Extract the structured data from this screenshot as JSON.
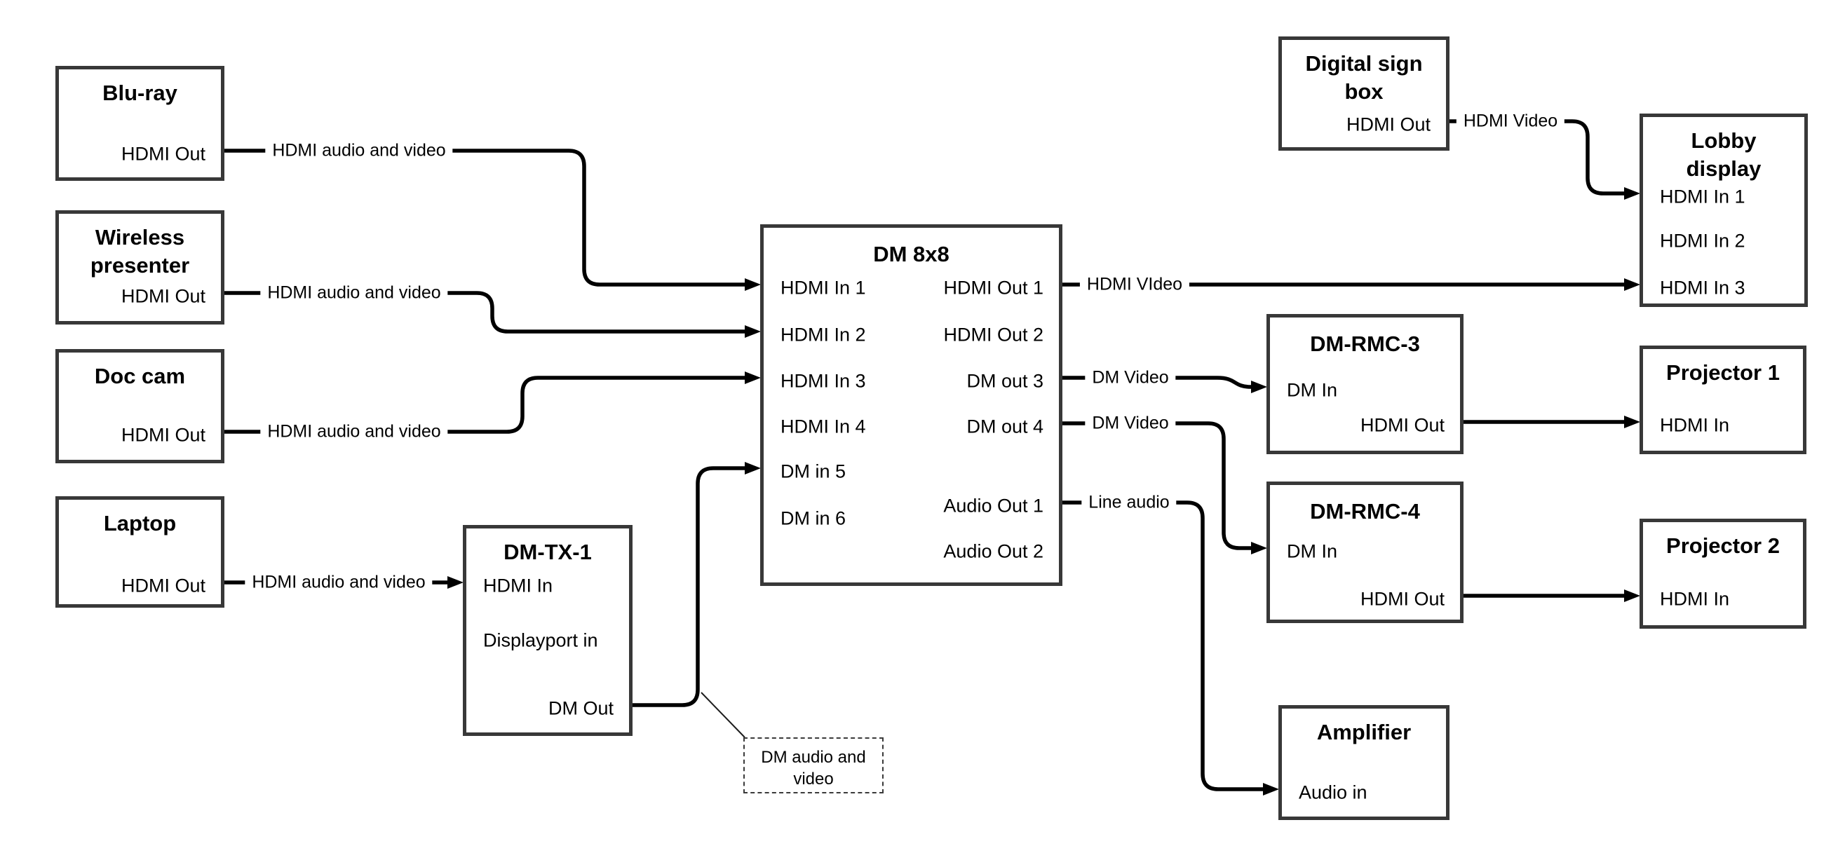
{
  "diagram": {
    "colors": {
      "background": "#ffffff",
      "line": "#000000",
      "box_border": "#383838",
      "text": "#000000"
    },
    "nodes": [
      {
        "id": "bluray",
        "title_lines": [
          "Blu-ray"
        ],
        "ports": [
          {
            "label": "HDMI Out"
          }
        ]
      },
      {
        "id": "wireless-presenter",
        "title_lines": [
          "Wireless",
          "presenter"
        ],
        "ports": [
          {
            "label": "HDMI Out"
          }
        ]
      },
      {
        "id": "doc-cam",
        "title_lines": [
          "Doc cam"
        ],
        "ports": [
          {
            "label": "HDMI Out"
          }
        ]
      },
      {
        "id": "laptop",
        "title_lines": [
          "Laptop"
        ],
        "ports": [
          {
            "label": "HDMI Out"
          }
        ]
      },
      {
        "id": "dm-tx-1",
        "title_lines": [
          "DM-TX-1"
        ],
        "ports": [
          {
            "label": "HDMI In"
          },
          {
            "label": "Displayport in"
          },
          {
            "label": "DM Out"
          }
        ]
      },
      {
        "id": "dm-8x8",
        "title_lines": [
          "DM 8x8"
        ],
        "ports": [
          {
            "label": "HDMI In 1"
          },
          {
            "label": "HDMI In 2"
          },
          {
            "label": "HDMI In 3"
          },
          {
            "label": "HDMI In 4"
          },
          {
            "label": "DM in 5"
          },
          {
            "label": "DM in 6"
          },
          {
            "label": "HDMI Out 1"
          },
          {
            "label": "HDMI Out 2"
          },
          {
            "label": "DM out 3"
          },
          {
            "label": "DM out 4"
          },
          {
            "label": "Audio Out 1"
          },
          {
            "label": "Audio Out 2"
          }
        ]
      },
      {
        "id": "digital-sign-box",
        "title_lines": [
          "Digital sign",
          "box"
        ],
        "ports": [
          {
            "label": "HDMI Out"
          }
        ]
      },
      {
        "id": "lobby-display",
        "title_lines": [
          "Lobby",
          "display"
        ],
        "ports": [
          {
            "label": "HDMI In 1"
          },
          {
            "label": "HDMI In 2"
          },
          {
            "label": "HDMI In 3"
          }
        ]
      },
      {
        "id": "dm-rmc-3",
        "title_lines": [
          "DM-RMC-3"
        ],
        "ports": [
          {
            "label": "DM In"
          },
          {
            "label": "HDMI Out"
          }
        ]
      },
      {
        "id": "projector-1",
        "title_lines": [
          "Projector 1"
        ],
        "ports": [
          {
            "label": "HDMI In"
          }
        ]
      },
      {
        "id": "dm-rmc-4",
        "title_lines": [
          "DM-RMC-4"
        ],
        "ports": [
          {
            "label": "DM In"
          },
          {
            "label": "HDMI Out"
          }
        ]
      },
      {
        "id": "projector-2",
        "title_lines": [
          "Projector 2"
        ],
        "ports": [
          {
            "label": "HDMI In"
          }
        ]
      },
      {
        "id": "amplifier",
        "title_lines": [
          "Amplifier"
        ],
        "ports": [
          {
            "label": "Audio in"
          }
        ]
      }
    ],
    "connections": [
      {
        "id": "bluray-to-dm8x8-in1",
        "from": "Blu-ray HDMI Out",
        "to": "DM 8x8 HDMI In 1",
        "label": "HDMI audio and video"
      },
      {
        "id": "wireless-to-dm8x8-in2",
        "from": "Wireless presenter HDMI Out",
        "to": "DM 8x8 HDMI In 2",
        "label": "HDMI audio and video"
      },
      {
        "id": "doccam-to-dm8x8-in3",
        "from": "Doc cam HDMI Out",
        "to": "DM 8x8 HDMI In 3",
        "label": "HDMI audio and video"
      },
      {
        "id": "laptop-to-dmtx1",
        "from": "Laptop HDMI Out",
        "to": "DM-TX-1 HDMI In",
        "label": "HDMI audio and video"
      },
      {
        "id": "dmtx1-to-dm8x8-in5",
        "from": "DM-TX-1 DM Out",
        "to": "DM 8x8 DM in 5",
        "label": ""
      },
      {
        "id": "dm8x8-out1-to-lobby-in3",
        "from": "DM 8x8 HDMI Out 1",
        "to": "Lobby display HDMI In 3",
        "label": "HDMI VIdeo"
      },
      {
        "id": "dm8x8-out3-to-dmrmc3",
        "from": "DM 8x8 DM out 3",
        "to": "DM-RMC-3 DM In",
        "label": "DM Video"
      },
      {
        "id": "dm8x8-out4-to-dmrmc4",
        "from": "DM 8x8 DM out 4",
        "to": "DM-RMC-4 DM In",
        "label": "DM Video"
      },
      {
        "id": "dm8x8-audio1-to-amplifier",
        "from": "DM 8x8 Audio Out 1",
        "to": "Amplifier Audio in",
        "label": "Line audio"
      },
      {
        "id": "dmrmc3-to-projector1",
        "from": "DM-RMC-3 HDMI Out",
        "to": "Projector 1 HDMI In",
        "label": ""
      },
      {
        "id": "dmrmc4-to-projector2",
        "from": "DM-RMC-4 HDMI Out",
        "to": "Projector 2 HDMI In",
        "label": ""
      },
      {
        "id": "digitalsign-to-lobby-in1",
        "from": "Digital sign box HDMI Out",
        "to": "Lobby display HDMI In 1",
        "label": "HDMI Video"
      }
    ],
    "note": {
      "text": "DM audio and video"
    }
  }
}
